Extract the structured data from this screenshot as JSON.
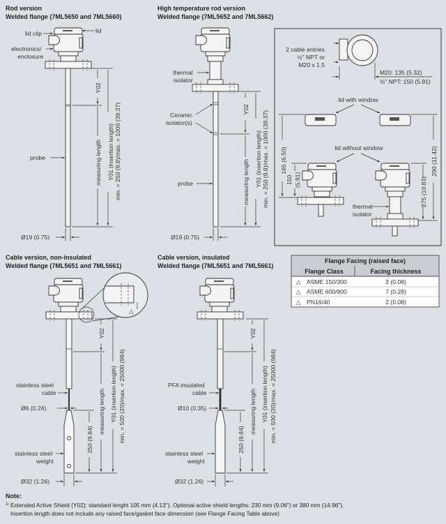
{
  "rod": {
    "title1": "Rod version",
    "title2": "Welded flange (7ML5650 and 7ML5660)",
    "lid_clip": "lid clip",
    "lid": "lid",
    "electronics1": "electronics/",
    "electronics2": "enclosure",
    "probe": "probe",
    "y02": "Y02",
    "footnote_mark": "1)",
    "measuring": "measuring length",
    "y01": "Y01 (insertion length)",
    "range": "min. = 250 (9.8)/max. = 1000 (39.37)",
    "diameter": "Ø19 (0.75)"
  },
  "hightemp": {
    "title1": "High temperature rod version",
    "title2": "Welded flange (7ML5652 and 7ML5662)",
    "thermal1": "thermal",
    "thermal2": "isolator",
    "ceramic1": "Ceramic",
    "ceramic2": "isolator(s)",
    "probe": "probe",
    "y02": "Y02",
    "footnote_mark": "1)",
    "measuring": "measuring length",
    "y01": "Y01 (insertion length)",
    "range": "min. = 250 (9.8)/max. = 1000 (39.37)",
    "diameter": "Ø19 (0.75)"
  },
  "dimensions_box": {
    "cable1": "2 cable entries",
    "cable2": "½\" NPT or",
    "cable3": "M20 x 1.5",
    "m20": "M20: 135 (5.32)",
    "npt": "½\" NPT: 150 (5.91)",
    "lid_with_window": "lid with window",
    "lid_without_window": "lid without window",
    "dim165": "165 (6.50)",
    "dim150a": "150",
    "dim150b": "(5.91)",
    "dim275": "275 (10.83)",
    "dim290": "290 (11.42)",
    "thermal1": "thermal",
    "thermal2": "isolator"
  },
  "flange_table": {
    "title": "Flange Facing (raised face)",
    "headers": [
      "Flange Class",
      "Facing thickness"
    ],
    "symbol": "△",
    "rows": [
      {
        "class": "ASME 150/300",
        "thickness": "2 (0.08)"
      },
      {
        "class": "ASME 600/900",
        "thickness": "7 (0.28)"
      },
      {
        "class": "PN16/40",
        "thickness": "2 (0.08)"
      }
    ]
  },
  "cable_noninsulated": {
    "title1": "Cable version, non-insulated",
    "title2": "Welded flange (7ML5651 and 7ML5661)",
    "cable1": "stainless steel",
    "cable2": "cable",
    "cable_dia": "Ø6 (0.24)",
    "weight1": "stainless steel",
    "weight2": "weight",
    "weight_dia": "Ø32 (1.26)",
    "weight_len": "250 (9.84)",
    "y02": "Y02",
    "footnote_mark": "1)",
    "measuring": "measuring length",
    "y01": "Y01 (insertion length)",
    "range": "min. = 500 (20)/max. = 25000 (984)",
    "delta": "△"
  },
  "cable_insulated": {
    "title1": "Cable version, insulated",
    "title2": "Welded flange (7ML5651 and 7ML5661)",
    "cable1": "PFA insulated",
    "cable2": "cable",
    "cable_dia": "Ø10 (0.35)",
    "weight1": "stainless steel",
    "weight2": "weight",
    "weight_dia": "Ø32 (1.26)",
    "weight_len": "250 (9.84)",
    "y02": "Y02",
    "footnote_mark": "1)",
    "measuring": "measuring length",
    "y01": "Y01 (insertion length)",
    "range": "min. = 500 (20)/max. = 25000 (984)"
  },
  "note": {
    "label": "Note:",
    "mark": "1)",
    "line1": "Extended Active Shield (Y02): standard lenght 105 mm (4.13\"). Optional active shield lengths: 230 mm (9.06\") or 380 mm (14.96\").",
    "line2": "Insertion length does not include any raised face/gasket face dimension (see Flange Facing Table above)"
  }
}
